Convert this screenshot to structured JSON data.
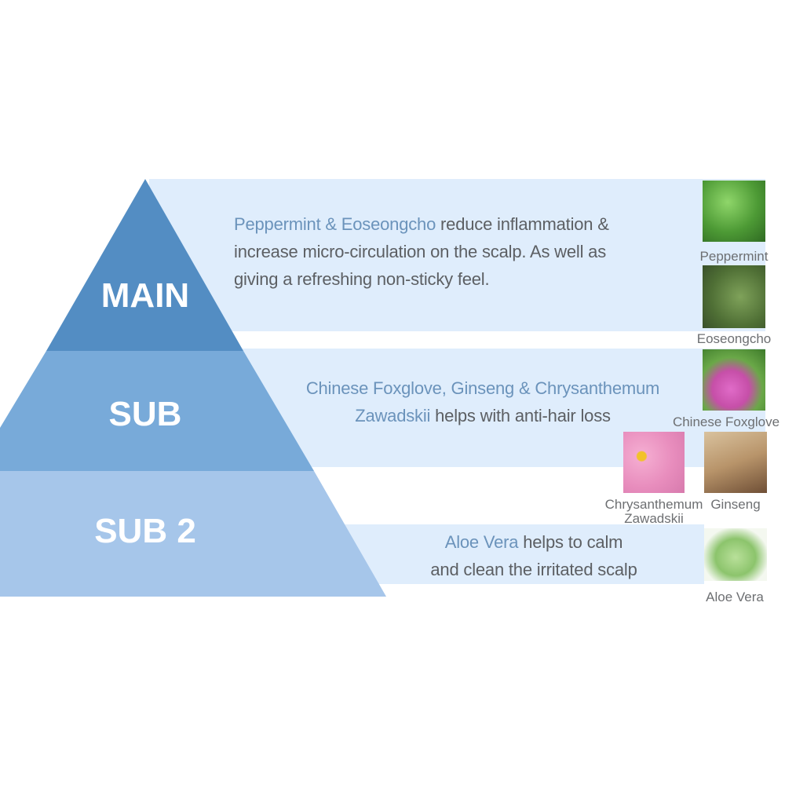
{
  "colors": {
    "main": "#538dc3",
    "sub": "#78aad9",
    "sub2": "#a6c6ea",
    "band": "#dfedfc",
    "highlight": "#6b93bb"
  },
  "tiers": {
    "main": "MAIN",
    "sub": "SUB",
    "sub2": "SUB 2"
  },
  "main_desc": {
    "highlight": "Peppermint & Eoseongcho",
    "line1_rest": " reduce inflammation &",
    "line2": "increase micro-circulation on the scalp. As well as",
    "line3": "giving a refreshing non-sticky feel."
  },
  "sub_desc": {
    "highlight1": "Chinese Foxglove, Ginseng & Chrysanthemum",
    "highlight2": "Zawadskii",
    "rest": " helps with anti-hair loss"
  },
  "sub2_desc": {
    "highlight": "Aloe Vera",
    "line1_rest": " helps to calm",
    "line2": "and clean the irritated scalp"
  },
  "ingredients": {
    "peppermint": "Peppermint",
    "eoseongcho": "Eoseongcho",
    "foxglove": "Chinese Foxglove",
    "chrysanthemum1": "Chrysanthemum",
    "chrysanthemum2": "Zawadskii",
    "ginseng": "Ginseng",
    "aloe": "Aloe Vera"
  }
}
